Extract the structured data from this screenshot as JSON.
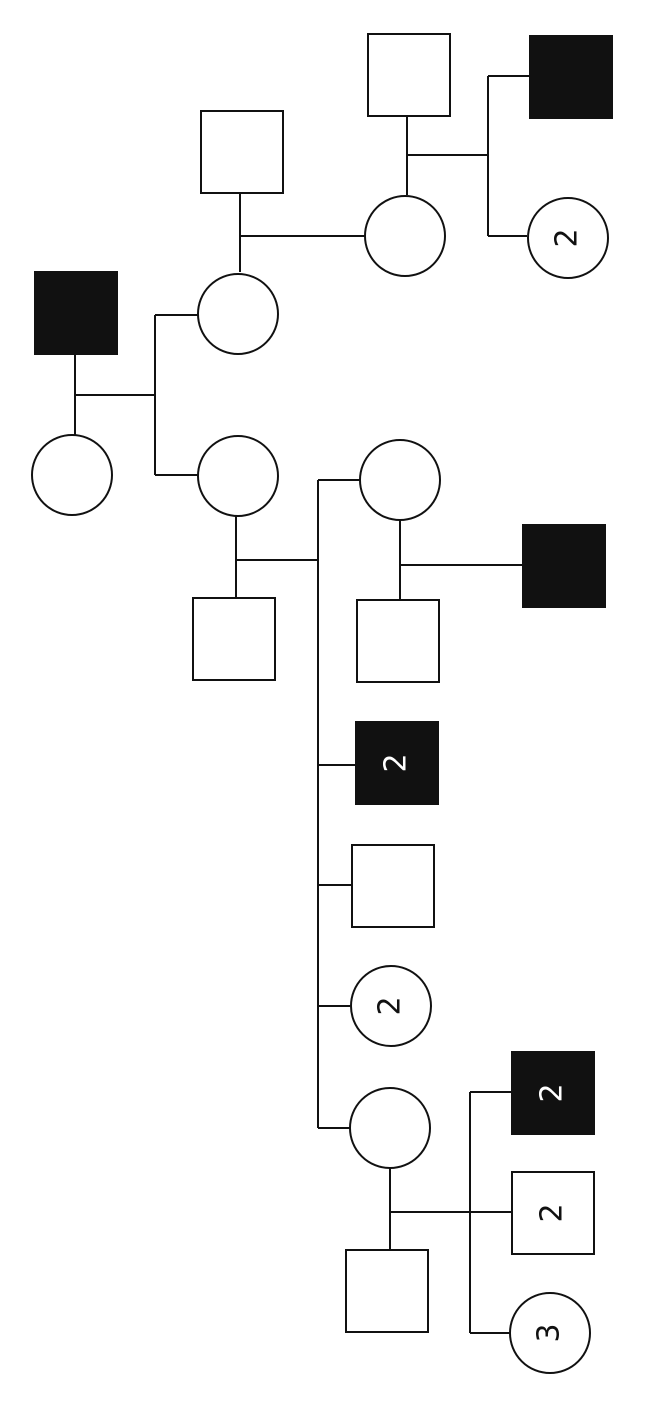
{
  "pedigree": {
    "colors": {
      "line": "#111111",
      "affected_fill": "#111111",
      "unaffected_fill": "#ffffff",
      "count_text_on_light": "#111111",
      "count_text_on_dark": "#ffffff"
    },
    "individuals": [
      {
        "id": "gen1-female",
        "sex": "female",
        "affected": false,
        "count": ""
      },
      {
        "id": "gen1-male",
        "sex": "male",
        "affected": true,
        "count": ""
      },
      {
        "id": "gen2-daughter-a",
        "sex": "female",
        "affected": false,
        "count": ""
      },
      {
        "id": "gen2-daughter-b",
        "sex": "female",
        "affected": false,
        "count": ""
      },
      {
        "id": "gen2-spouse-top",
        "sex": "male",
        "affected": false,
        "count": ""
      },
      {
        "id": "gen3-daughter-top",
        "sex": "female",
        "affected": false,
        "count": ""
      },
      {
        "id": "gen3-spouse-top",
        "sex": "male",
        "affected": false,
        "count": ""
      },
      {
        "id": "gen4-son-top",
        "sex": "male",
        "affected": true,
        "count": ""
      },
      {
        "id": "gen4-daughters-top",
        "sex": "female",
        "affected": false,
        "count": "2"
      },
      {
        "id": "gen2-spouse-mid",
        "sex": "male",
        "affected": false,
        "count": ""
      },
      {
        "id": "gen3-daughter-a",
        "sex": "female",
        "affected": false,
        "count": ""
      },
      {
        "id": "gen3-daughter-a-spouse",
        "sex": "male",
        "affected": false,
        "count": ""
      },
      {
        "id": "gen4-son-mid",
        "sex": "male",
        "affected": true,
        "count": ""
      },
      {
        "id": "gen3-sons-affected",
        "sex": "male",
        "affected": true,
        "count": "2"
      },
      {
        "id": "gen3-son-unaffected",
        "sex": "male",
        "affected": false,
        "count": ""
      },
      {
        "id": "gen3-daughters-two",
        "sex": "female",
        "affected": false,
        "count": "2"
      },
      {
        "id": "gen3-daughter-bottom",
        "sex": "female",
        "affected": false,
        "count": ""
      },
      {
        "id": "gen3-daughter-bottom-spouse",
        "sex": "male",
        "affected": false,
        "count": ""
      },
      {
        "id": "gen4-sons-affected-bottom",
        "sex": "male",
        "affected": true,
        "count": "2"
      },
      {
        "id": "gen4-sons-unaffected-bottom",
        "sex": "male",
        "affected": false,
        "count": "2"
      },
      {
        "id": "gen4-daughters-bottom",
        "sex": "female",
        "affected": false,
        "count": "3"
      }
    ]
  }
}
